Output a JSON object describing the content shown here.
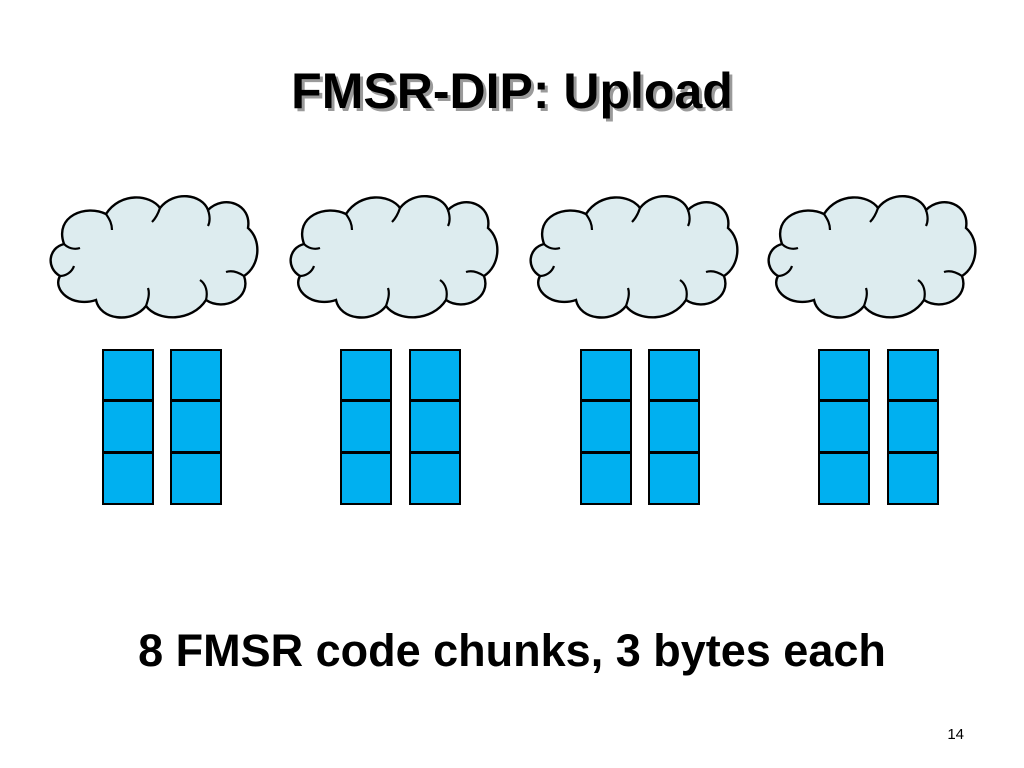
{
  "slide": {
    "title": "FMSR-DIP: Upload",
    "caption": "8 FMSR code chunks, 3 bytes each",
    "page_number": "14"
  },
  "diagram": {
    "servers": 4,
    "chunks_per_server": 2,
    "bytes_per_chunk": 3,
    "cloud_fill": "#ddecef",
    "chunk_fill": "#00b0f0",
    "outline": "#000000"
  }
}
